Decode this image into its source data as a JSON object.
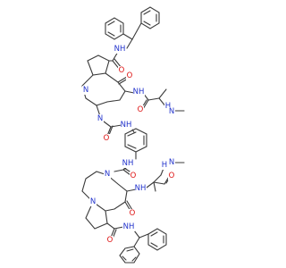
{
  "molecule": {
    "atom_labels": {
      "nh": "NH",
      "hn": "HN",
      "n": "N",
      "o": "O",
      "nh2_methyl": "N",
      "h": "H"
    },
    "colors": {
      "bond": "#3a3a3a",
      "nitrogen": "#2233cc",
      "oxygen": "#dd1111",
      "background": "#ffffff"
    }
  }
}
